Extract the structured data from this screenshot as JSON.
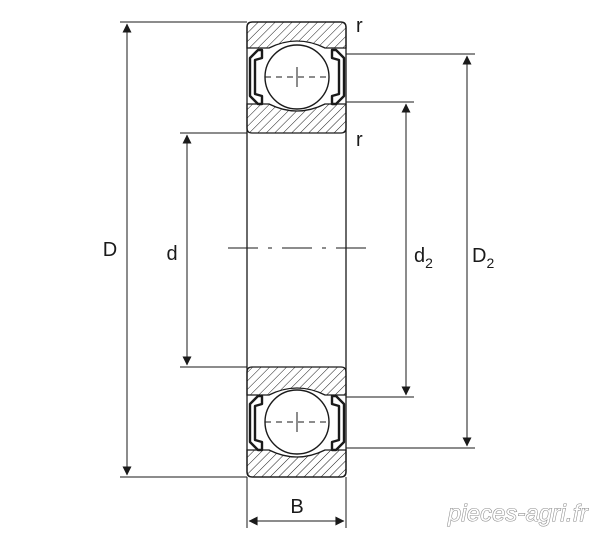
{
  "labels": {
    "outer_diameter": "D",
    "bore_diameter": "d",
    "inner_shoulder_base": "d",
    "inner_shoulder_sub": "2",
    "outer_shoulder_base": "D",
    "outer_shoulder_sub": "2",
    "width": "B",
    "radius_top": "r",
    "radius_inner": "r"
  },
  "watermark": "pieces-agri.fr",
  "colors": {
    "line": "#1a1a1a",
    "background": "#ffffff",
    "watermark_outline": "#8a8a8a"
  }
}
